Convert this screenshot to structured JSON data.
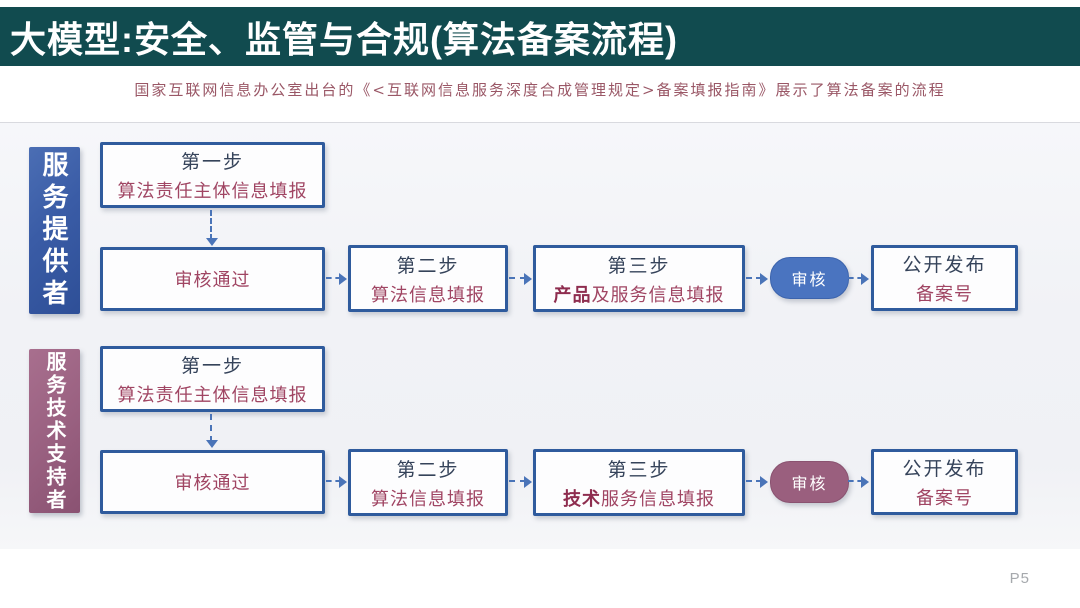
{
  "header": {
    "title": "大模型:安全、监管与合规(算法备案流程)"
  },
  "subtitle": "国家互联网信息办公室出台的《<互联网信息服务深度合成管理规定>备案填报指南》展示了算法备案的流程",
  "page_number": "P5",
  "colors": {
    "header_bar": "#114b4f",
    "title_text": "#ffffff",
    "subtitle_text": "#9a5766",
    "box_border": "#2f5b9d",
    "box_fill": "#fdfdfe",
    "primary_text": "#35435a",
    "maroon_text": "#a04563",
    "arrow": "#4a74b8",
    "lane1_label": "#3a5ca6",
    "lane2_label": "#9a6181",
    "oval1_fill": "#4a74c0",
    "oval2_fill": "#9a5f7e",
    "panel_bg": "#f1f2f6"
  },
  "rows": [
    {
      "label": "服务提供者",
      "step1": {
        "line1": "第一步",
        "line2": "算法责任主体信息填报"
      },
      "review_passed": "审核通过",
      "step2": {
        "line1": "第二步",
        "line2": "算法信息填报"
      },
      "step3": {
        "line1": "第三步",
        "line2_bold": "产品",
        "line2_rest": "及服务信息填报"
      },
      "review": "审核",
      "publish": {
        "line1": "公开发布",
        "line2": "备案号"
      }
    },
    {
      "label": "服务技术支持者",
      "step1": {
        "line1": "第一步",
        "line2": "算法责任主体信息填报"
      },
      "review_passed": "审核通过",
      "step2": {
        "line1": "第二步",
        "line2": "算法信息填报"
      },
      "step3": {
        "line1": "第三步",
        "line2_bold": "技术",
        "line2_rest": "服务信息填报"
      },
      "review": "审核",
      "publish": {
        "line1": "公开发布",
        "line2": "备案号"
      }
    }
  ]
}
